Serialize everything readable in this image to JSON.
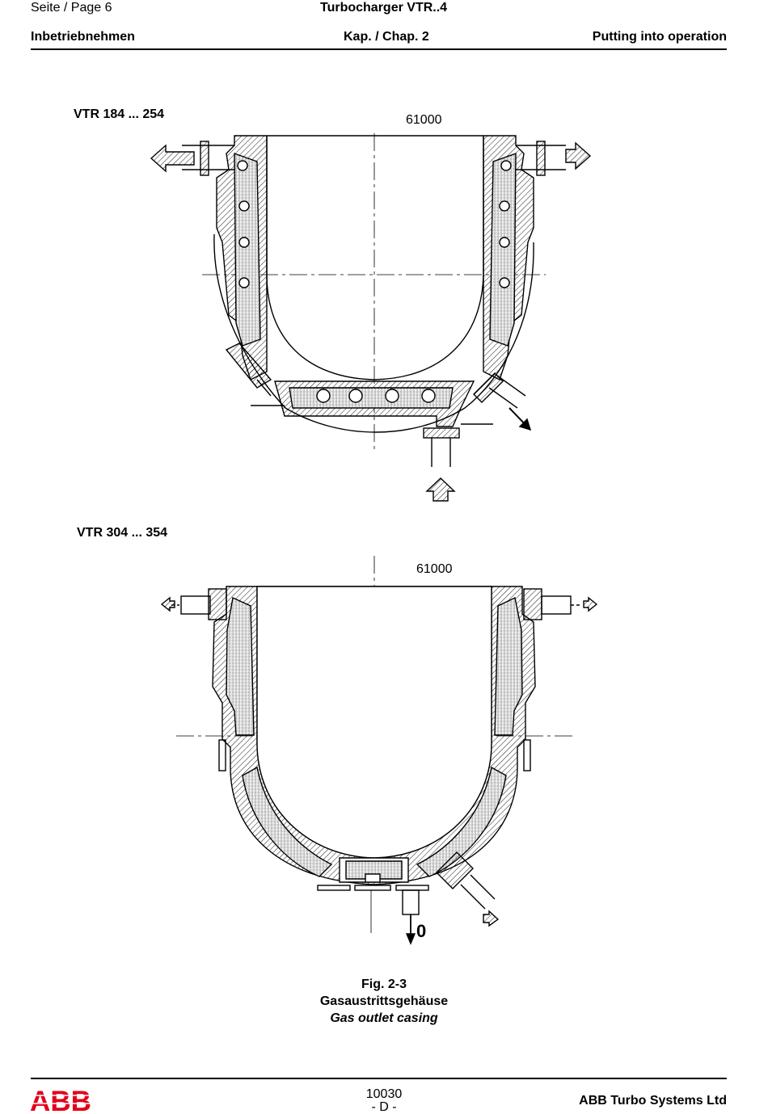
{
  "header": {
    "page_label": "Seite / Page  6",
    "title": "Turbocharger VTR..4",
    "section_de": "Inbetriebnehmen",
    "chapter": "Kap. / Chap. 2",
    "section_en": "Putting into operation"
  },
  "figure1": {
    "label": "VTR 184 ... 254",
    "part_number": "61000"
  },
  "figure2": {
    "label": "VTR 304 ... 354",
    "part_number": "61000",
    "drain_mark": "0"
  },
  "caption": {
    "number": "Fig. 2-3",
    "title_de": "Gasaustrittsgehäuse",
    "title_en": "Gas outlet casing"
  },
  "footer": {
    "logo": "ABB",
    "doc_number": "10030",
    "language": "- D -",
    "company": "ABB Turbo Systems Ltd"
  },
  "colors": {
    "logo_red": "#e2001a",
    "ink": "#000000"
  }
}
